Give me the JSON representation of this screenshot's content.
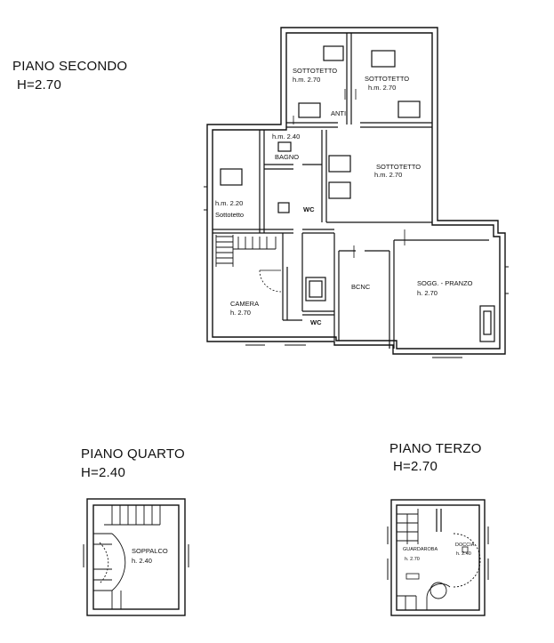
{
  "levels": {
    "secondo": {
      "title": "PIANO SECONDO",
      "height": "H=2.70"
    },
    "quarto": {
      "title": "PIANO QUARTO",
      "height": "H=2.40"
    },
    "terzo": {
      "title": "PIANO TERZO",
      "height": "H=2.70"
    }
  },
  "rooms_secondo": {
    "sottotetto_a": {
      "name": "SOTTOTETTO",
      "h": "h.m. 2.70"
    },
    "sottotetto_b": {
      "name": "SOTTOTETTO",
      "h": "h.m. 2.70"
    },
    "anti": "ANTI",
    "bagno": {
      "name": "BAGNO",
      "h": "h.m. 2.40"
    },
    "sottotetto_c": {
      "name": "SOTTOTETTO",
      "h": "h.m. 2.70"
    },
    "sottotetto_d": {
      "name": "Sottotetto",
      "h": "h.m. 2.20"
    },
    "wc_top": "WC",
    "camera": {
      "name": "CAMERA",
      "h": "h. 2.70"
    },
    "wc_bottom": "WC",
    "bcnc": "BCNC",
    "soggiorno": {
      "name": "SOGG. - PRANZO",
      "h": "h. 2.70"
    }
  },
  "rooms_quarto": {
    "soppalco": {
      "name": "SOPPALCO",
      "h": "h. 2.40"
    }
  },
  "rooms_terzo": {
    "guardaroba": {
      "name": "GUARDAROBA",
      "h": "h. 2.70"
    },
    "doccia": {
      "name": "DOCCIA",
      "h": "h. 2.40"
    }
  },
  "colors": {
    "wall": "#111111",
    "background": "#ffffff"
  }
}
